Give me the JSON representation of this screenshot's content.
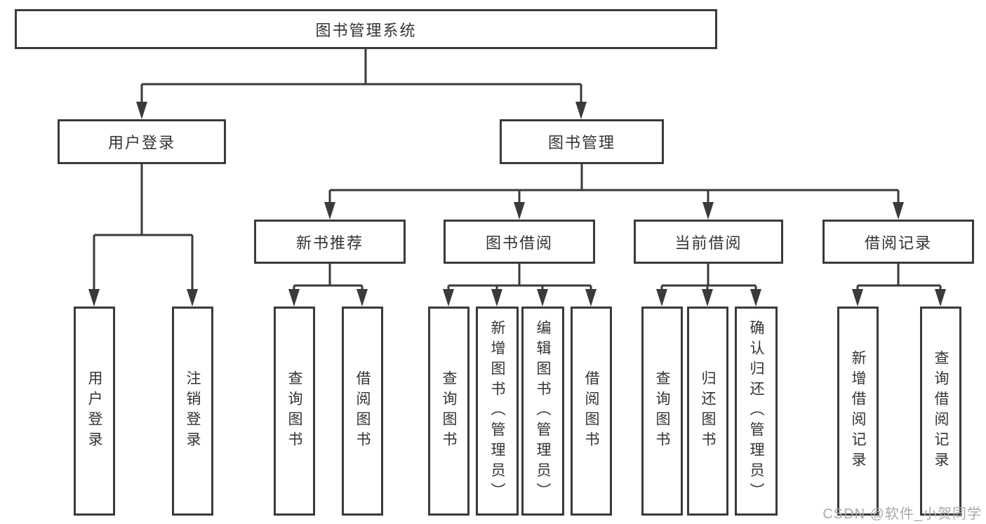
{
  "diagram_type": "org-tree",
  "colors": {
    "line": "#3a3a3a",
    "box_border": "#3a3a3a",
    "box_fill": "#ffffff",
    "text": "#333333",
    "watermark": "#a9a9a9",
    "background": "#ffffff"
  },
  "tree": {
    "label": "图书管理系统",
    "children": [
      {
        "label": "用户登录",
        "children": [
          {
            "label": "用户登录"
          },
          {
            "label": "注销登录"
          }
        ]
      },
      {
        "label": "图书管理",
        "children": [
          {
            "label": "新书推荐",
            "children": [
              {
                "label": "查询图书"
              },
              {
                "label": "借阅图书"
              }
            ]
          },
          {
            "label": "图书借阅",
            "children": [
              {
                "label": "查询图书"
              },
              {
                "label": "新增图书（管理员）"
              },
              {
                "label": "编辑图书（管理员）"
              },
              {
                "label": "借阅图书"
              }
            ]
          },
          {
            "label": "当前借阅",
            "children": [
              {
                "label": "查询图书"
              },
              {
                "label": "归还图书"
              },
              {
                "label": "确认归还（管理员）"
              }
            ]
          },
          {
            "label": "借阅记录",
            "children": [
              {
                "label": "新增借阅记录"
              },
              {
                "label": "查询借阅记录"
              }
            ]
          }
        ]
      }
    ]
  },
  "watermark": {
    "text": "CSDN @软件_小贺同学"
  }
}
